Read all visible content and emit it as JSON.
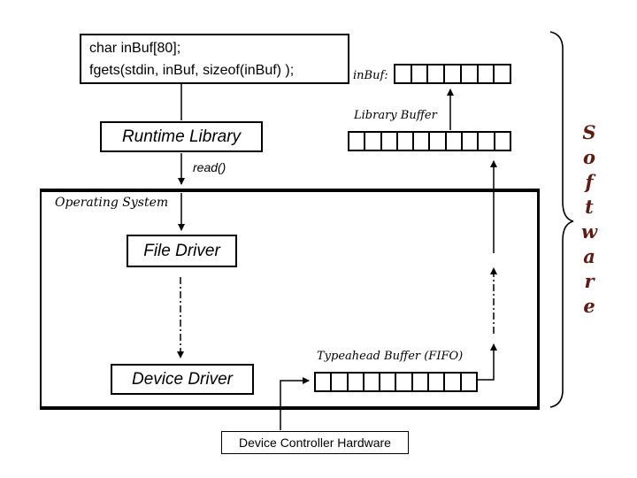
{
  "colors": {
    "line": "#000000",
    "software_text": "#5e1b12",
    "background": "#ffffff"
  },
  "code_box": {
    "lines": [
      "char inBuf[80];",
      "fgets(stdin, inBuf, sizeof(inBuf) );"
    ]
  },
  "inbuf": {
    "label": "inBuf:",
    "cells": 7
  },
  "library_buffer": {
    "label": "Library Buffer",
    "cells": 10
  },
  "runtime_library": {
    "label": "Runtime Library"
  },
  "read_call": {
    "label": "read()"
  },
  "os": {
    "label": "Operating System"
  },
  "file_driver": {
    "label": "File Driver"
  },
  "device_driver": {
    "label": "Device Driver"
  },
  "typeahead_buffer": {
    "label": "Typeahead Buffer (FIFO)",
    "cells": 10
  },
  "device_controller": {
    "label": "Device Controller Hardware"
  },
  "software_brace": {
    "word": "Software",
    "letters": [
      "S",
      "o",
      "f",
      "t",
      "w",
      "a",
      "r",
      "e"
    ]
  }
}
